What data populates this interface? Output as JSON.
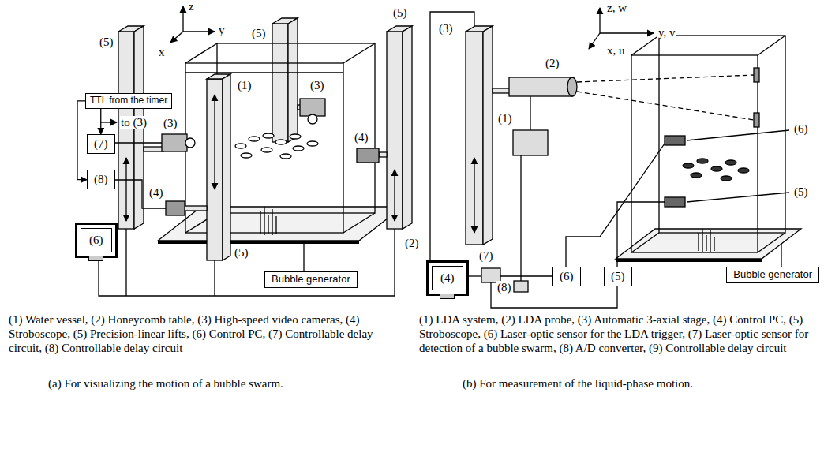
{
  "diagram": {
    "nodes": [
      {
        "text": [
          "TTL from the timer"
        ]
      },
      {
        "text": [
          "(7)"
        ]
      },
      {
        "text": [
          "(8)"
        ]
      },
      {
        "text": [
          "(6)"
        ]
      },
      {
        "text": [
          "Bubble generator"
        ]
      },
      {
        "text": [
          "(4)"
        ]
      },
      {
        "text": [
          "(6)"
        ]
      },
      {
        "text": [
          "(5)"
        ]
      },
      {
        "text": [
          "Bubble generator"
        ]
      }
    ],
    "edges": [
      {
        "from": 0,
        "to": 1,
        "arrow": "to"
      },
      {
        "from": 0,
        "to": 2,
        "arrow": "to"
      }
    ],
    "labels": [
      "z",
      "y",
      "x",
      "(5)",
      "(5)",
      "(5)",
      "(1)",
      "(3)",
      "(3)",
      "(4)",
      "(4)",
      "(5)",
      "(2)",
      "to (3)",
      "(1) Water vessel, (2) Honeycomb table, (3) High-speed video cameras, (4) Stroboscope, (5) Precision-linear lifts, (6) Control PC, (7) Controllable delay circuit, (8) Controllable delay circuit",
      "(a) For visualizing the motion of a bubble swarm.",
      "z, w",
      "y, v",
      "x, u",
      "(3)",
      "(2)",
      "(1)",
      "(6)",
      "(5)",
      "(7)",
      "(8)",
      "(1) LDA system, (2) LDA probe, (3) Automatic 3-axial stage, (4) Control PC, (5) Stroboscope, (6) Laser-optic sensor for the LDA trigger, (7) Laser-optic sensor for detection of a bubble swarm, (8) A/D converter, (9) Controllable delay circuit",
      "(b) For measurement of the liquid-phase motion."
    ]
  }
}
